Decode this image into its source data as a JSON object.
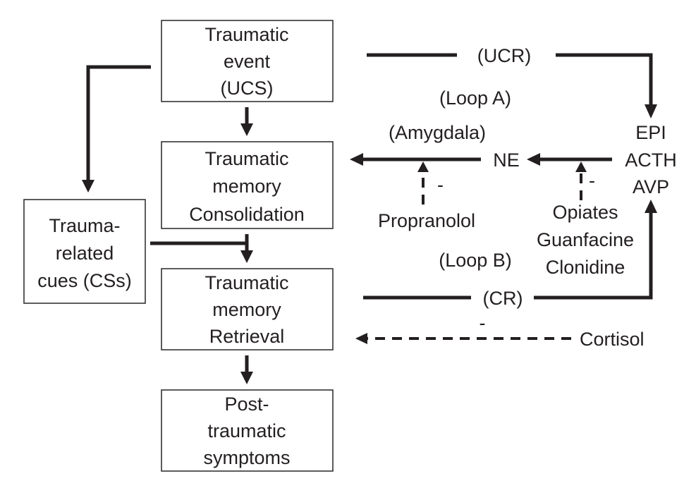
{
  "diagram": {
    "type": "flowchart",
    "colors": {
      "ink": "#231f20",
      "box_border": "#333333",
      "background": "#ffffff"
    },
    "nodes": {
      "traumatic_event": [
        "Traumatic",
        "event",
        "(UCS)"
      ],
      "consolidation": [
        "Traumatic",
        "memory",
        "Consolidation"
      ],
      "retrieval": [
        "Traumatic",
        "memory",
        "Retrieval"
      ],
      "symptoms": [
        "Post-",
        "traumatic",
        "symptoms"
      ],
      "cues": [
        "Trauma-",
        "related",
        "cues (CSs)"
      ]
    },
    "labels": {
      "ucr": "(UCR)",
      "loop_a": "(Loop A)",
      "amygdala": "(Amygdala)",
      "ne": "NE",
      "hormones": [
        "EPI",
        "ACTH",
        "AVP"
      ],
      "propranolol": "Propranolol",
      "alpha2": [
        "Opiates",
        "Guanfacine",
        "Clonidine"
      ],
      "loop_b": "(Loop B)",
      "cr": "(CR)",
      "cortisol": "Cortisol",
      "inhibit": "-"
    },
    "edges": [
      {
        "from": "traumatic_event",
        "to": "consolidation",
        "style": "solid"
      },
      {
        "from": "traumatic_event",
        "to": "cues",
        "style": "solid"
      },
      {
        "from": "consolidation",
        "to": "retrieval",
        "style": "solid"
      },
      {
        "from": "cues",
        "to": "retrieval",
        "style": "solid"
      },
      {
        "from": "retrieval",
        "to": "symptoms",
        "style": "solid"
      },
      {
        "from": "traumatic_event",
        "to": "hormones",
        "label": "(UCR)",
        "style": "solid"
      },
      {
        "from": "hormones",
        "to": "ne",
        "style": "solid"
      },
      {
        "from": "ne",
        "to": "consolidation",
        "label": "(Amygdala)",
        "style": "solid"
      },
      {
        "from": "retrieval",
        "to": "hormones",
        "label": "(CR)",
        "style": "solid"
      },
      {
        "from": "propranolol",
        "to": "ne-consolidation",
        "sign": "-",
        "style": "dashed"
      },
      {
        "from": "alpha2",
        "to": "hormones-ne",
        "sign": "-",
        "style": "dashed"
      },
      {
        "from": "cortisol",
        "to": "retrieval",
        "sign": "-",
        "style": "dashed"
      }
    ]
  }
}
